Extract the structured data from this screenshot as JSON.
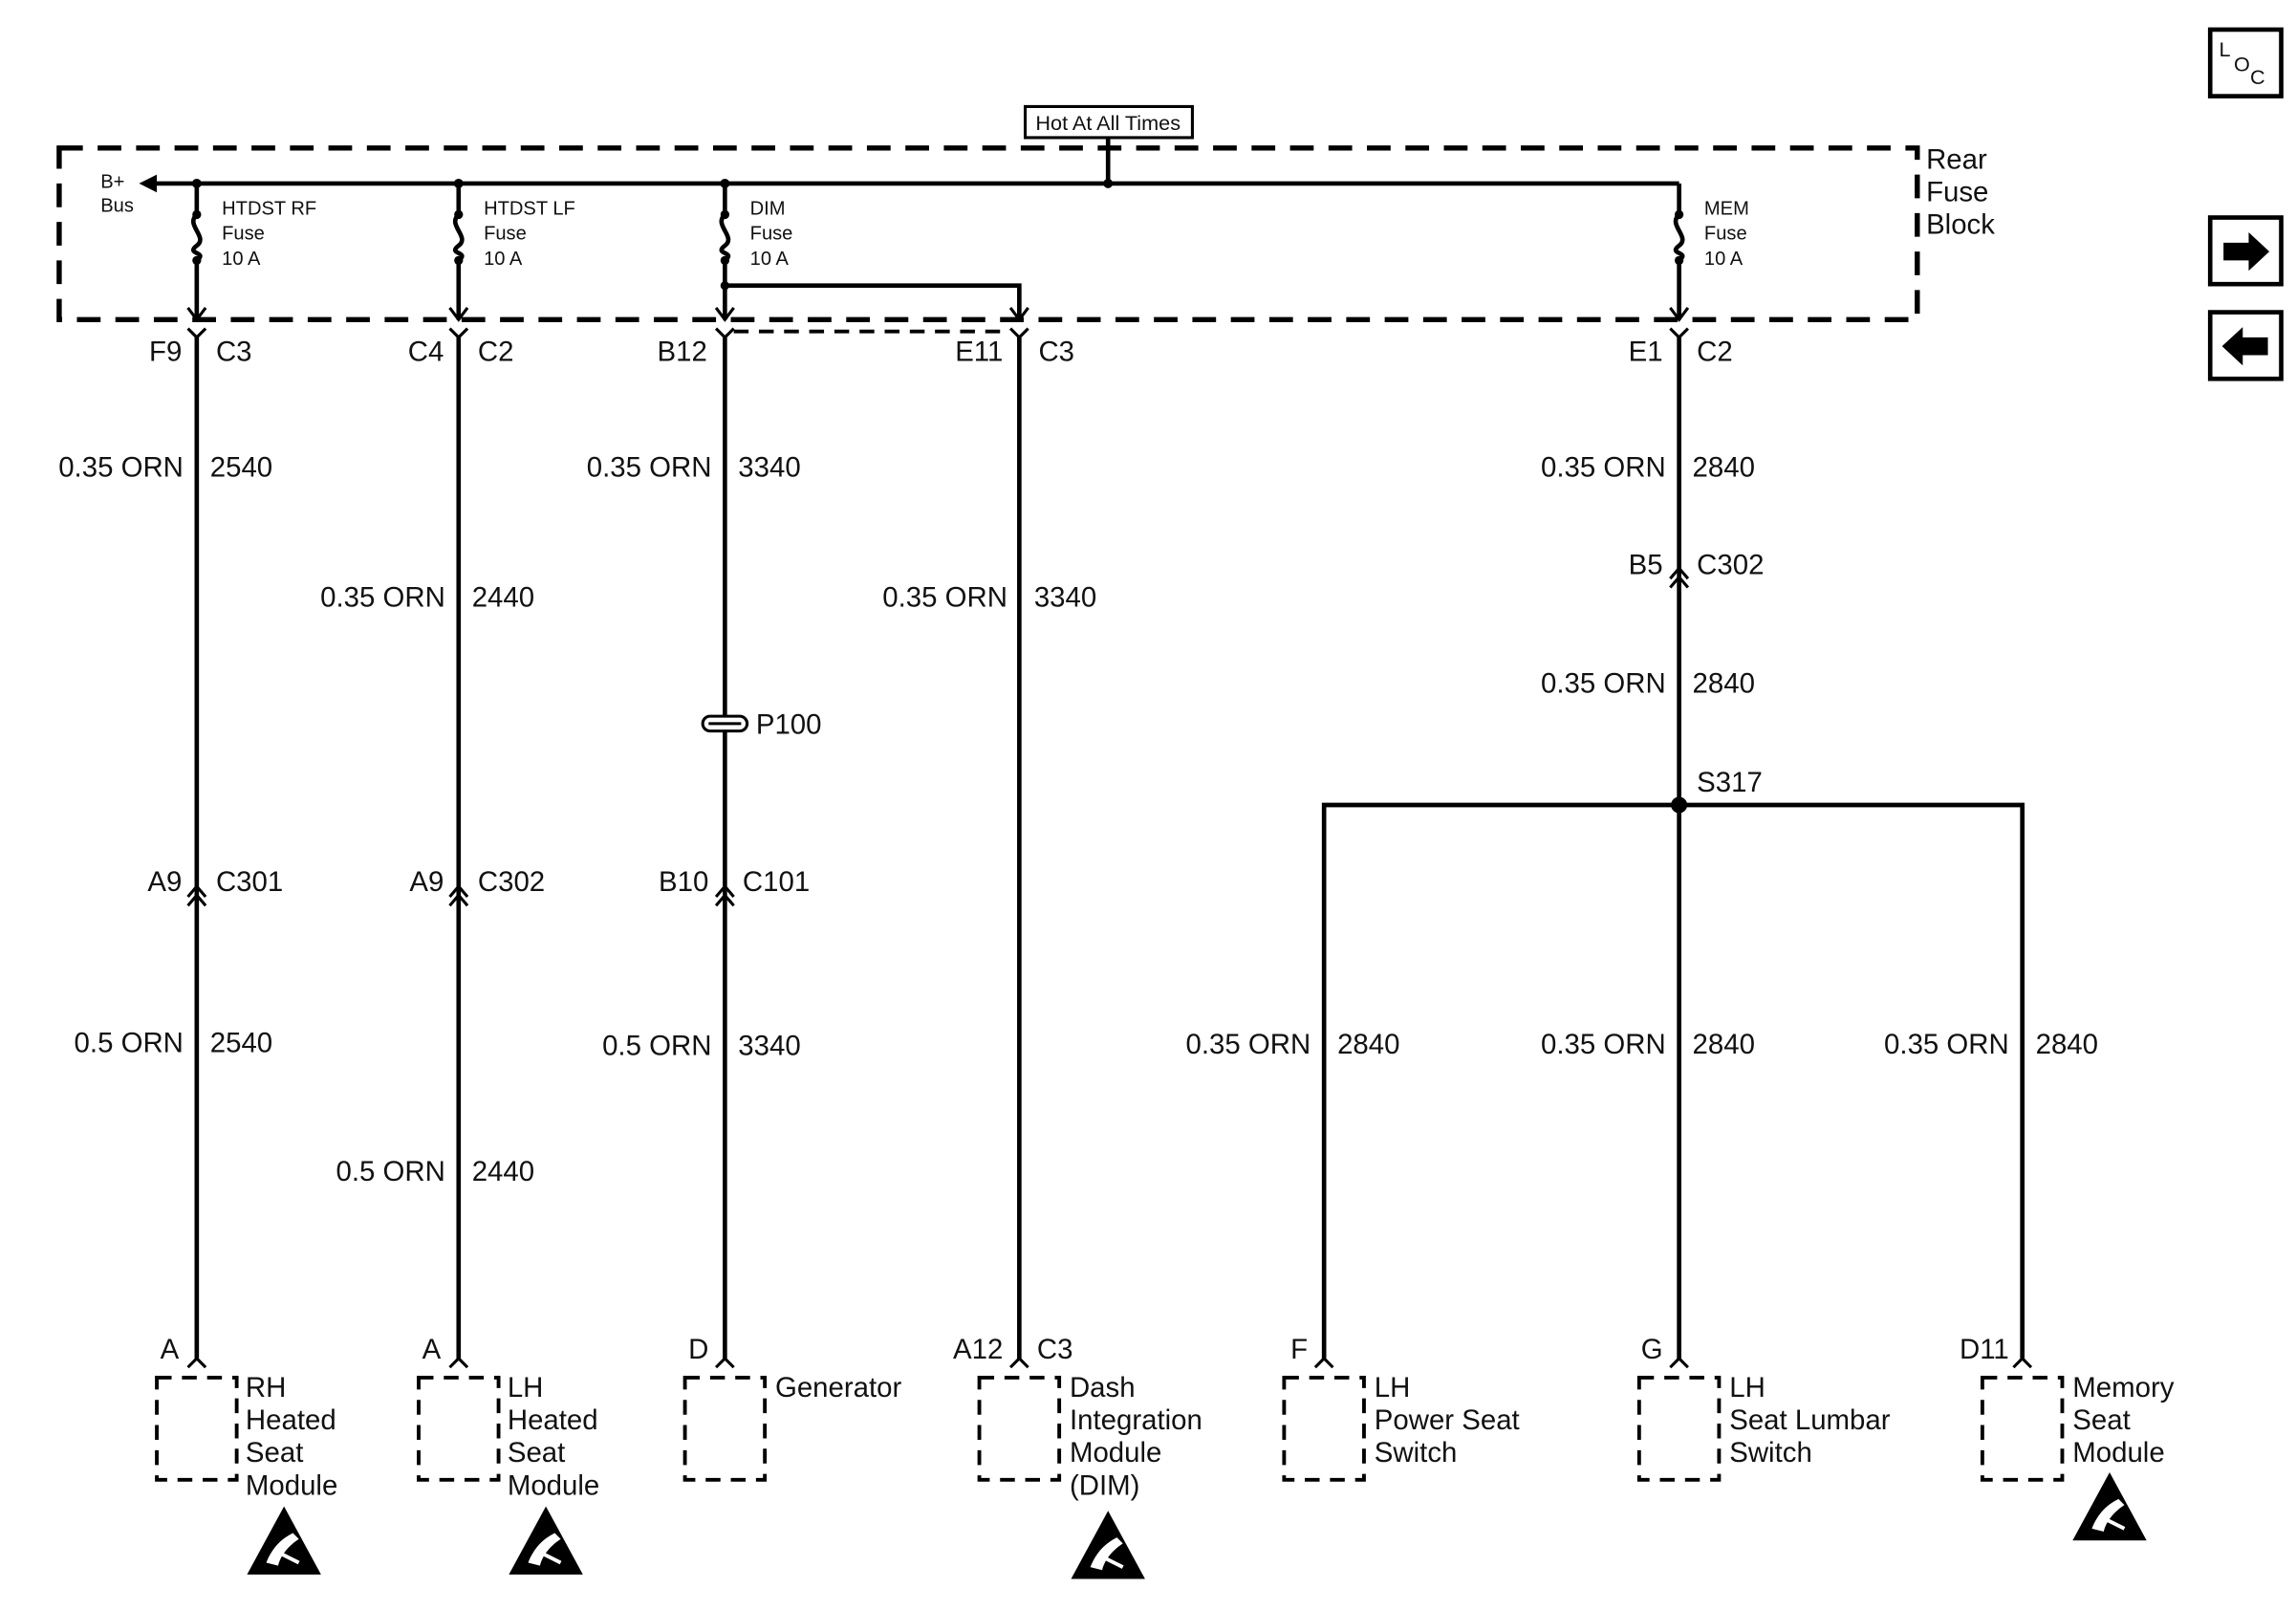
{
  "header": {
    "hot_label": "Hot At All Times"
  },
  "fuse_block": {
    "name_lines": [
      "Rear",
      "Fuse",
      "Block"
    ],
    "bus_lines": [
      "B+",
      "Bus"
    ],
    "fuses": [
      {
        "lines": [
          "HTDST RF",
          "Fuse",
          "10 A"
        ]
      },
      {
        "lines": [
          "HTDST LF",
          "Fuse",
          "10 A"
        ]
      },
      {
        "lines": [
          "DIM",
          "Fuse",
          "10 A"
        ]
      },
      {
        "lines": [
          "MEM",
          "Fuse",
          "10 A"
        ]
      }
    ]
  },
  "nav": {
    "loc_icon": "location-icon",
    "loc_letters": [
      "L",
      "O",
      "C"
    ],
    "next_icon": "arrow-right-icon",
    "prev_icon": "arrow-left-icon"
  },
  "connectors": {
    "f9": "F9",
    "f9_c": "C3",
    "c4": "C4",
    "c4_c": "C2",
    "b12": "B12",
    "e11": "E11",
    "e11_c": "C3",
    "e1": "E1",
    "e1_c": "C2",
    "b5": "B5",
    "b5_c": "C302",
    "a9_1": "A9",
    "a9_1_c": "C301",
    "a9_2": "A9",
    "a9_2_c": "C302",
    "b10": "B10",
    "b10_c": "C101",
    "p100": "P100",
    "s317": "S317"
  },
  "wires": [
    {
      "size": "0.35 ORN",
      "circuit": "2540"
    },
    {
      "size": "0.35 ORN",
      "circuit": "3340"
    },
    {
      "size": "0.35 ORN",
      "circuit": "2840"
    },
    {
      "size": "0.35 ORN",
      "circuit": "2440"
    },
    {
      "size": "0.35 ORN",
      "circuit": "3340"
    },
    {
      "size": "0.35 ORN",
      "circuit": "2840"
    },
    {
      "size": "0.5 ORN",
      "circuit": "2540"
    },
    {
      "size": "0.5 ORN",
      "circuit": "3340"
    },
    {
      "size": "0.5 ORN",
      "circuit": "2440"
    },
    {
      "size": "0.35 ORN",
      "circuit": "2840"
    },
    {
      "size": "0.35 ORN",
      "circuit": "2840"
    },
    {
      "size": "0.35 ORN",
      "circuit": "2840"
    }
  ],
  "components": [
    {
      "pin": "A",
      "pin_c": "",
      "lines": [
        "RH",
        "Heated",
        "Seat",
        "Module"
      ],
      "esd": true
    },
    {
      "pin": "A",
      "pin_c": "",
      "lines": [
        "LH",
        "Heated",
        "Seat",
        "Module"
      ],
      "esd": true
    },
    {
      "pin": "D",
      "pin_c": "",
      "lines": [
        "Generator"
      ],
      "esd": false
    },
    {
      "pin": "A12",
      "pin_c": "C3",
      "lines": [
        "Dash",
        "Integration",
        "Module",
        "(DIM)"
      ],
      "esd": true
    },
    {
      "pin": "F",
      "pin_c": "",
      "lines": [
        "LH",
        "Power Seat",
        "Switch"
      ],
      "esd": false
    },
    {
      "pin": "G",
      "pin_c": "",
      "lines": [
        "LH",
        "Seat Lumbar",
        "Switch"
      ],
      "esd": false
    },
    {
      "pin": "D11",
      "pin_c": "",
      "lines": [
        "Memory",
        "Seat",
        "Module"
      ],
      "esd": true
    }
  ],
  "esd_icon": "esd-warning-icon"
}
